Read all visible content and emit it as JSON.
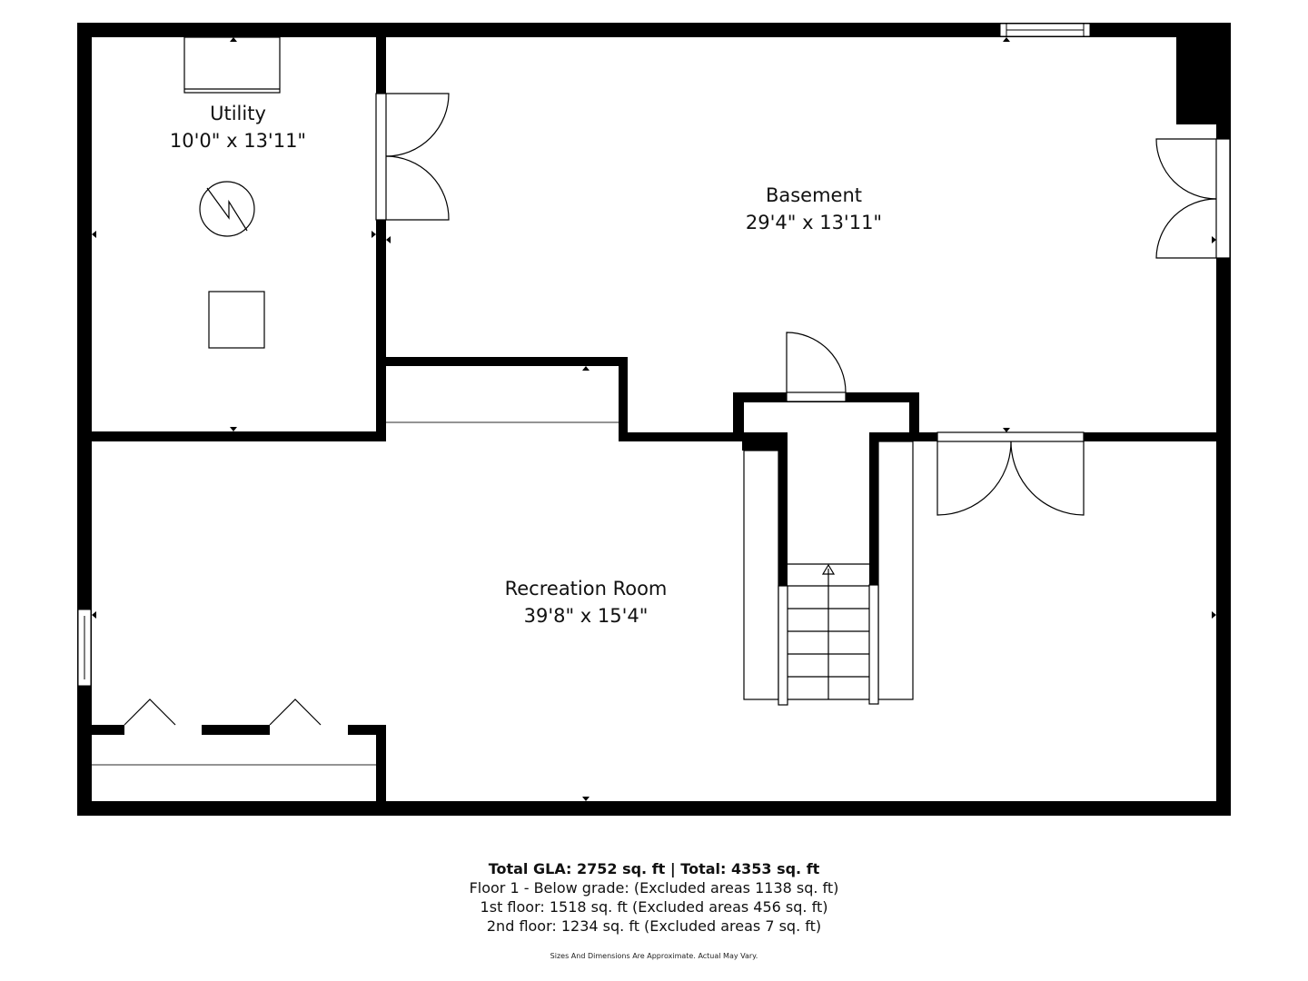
{
  "floor_plan": {
    "rooms": [
      {
        "name": "Utility",
        "dimensions": "10'0\" x 13'11\""
      },
      {
        "name": "Basement",
        "dimensions": "29'4\" x 13'11\""
      },
      {
        "name": "Recreation Room",
        "dimensions": "39'8\" x 15'4\""
      }
    ],
    "fixtures": [
      "water-heater-symbol",
      "furnace-box",
      "staircase-up-arrow"
    ]
  },
  "summary": {
    "total_line": "Total GLA: 2752 sq. ft | Total: 4353 sq. ft",
    "lines": [
      "Floor 1 - Below grade: (Excluded areas 1138 sq. ft)",
      "1st floor: 1518 sq. ft (Excluded areas 456 sq. ft)",
      "2nd floor: 1234 sq. ft (Excluded areas 7 sq. ft)"
    ],
    "disclaimer": "Sizes And Dimensions Are Approximate. Actual May Vary."
  },
  "colors": {
    "wall": "#000000",
    "background": "#ffffff"
  }
}
